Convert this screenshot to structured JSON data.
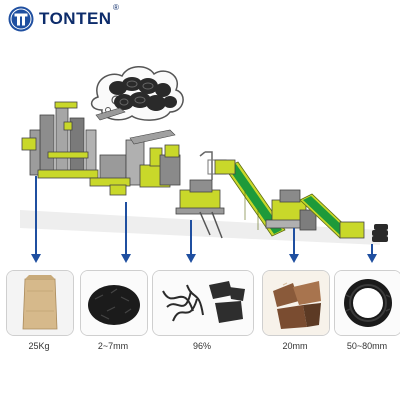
{
  "brand": {
    "name": "TONTEN",
    "registered": "®",
    "logo_color": "#0d2c6b",
    "accent_color": "#1f4fa0"
  },
  "machine_color": "#c9d82a",
  "arrow_color": "#1f4fa0",
  "icons": [
    "tonten-logo-mark",
    "tire-pile-cloud",
    "shredding-line"
  ],
  "products": [
    {
      "label": "25Kg",
      "icon": "rubber-powder-bag"
    },
    {
      "label": "2~7mm",
      "icon": "rubber-granules"
    },
    {
      "label": "96%",
      "icon": "steel-wire"
    },
    {
      "label": "20mm",
      "icon": "rubber-chips"
    },
    {
      "label": "50~80mm",
      "icon": "whole-tire"
    }
  ]
}
